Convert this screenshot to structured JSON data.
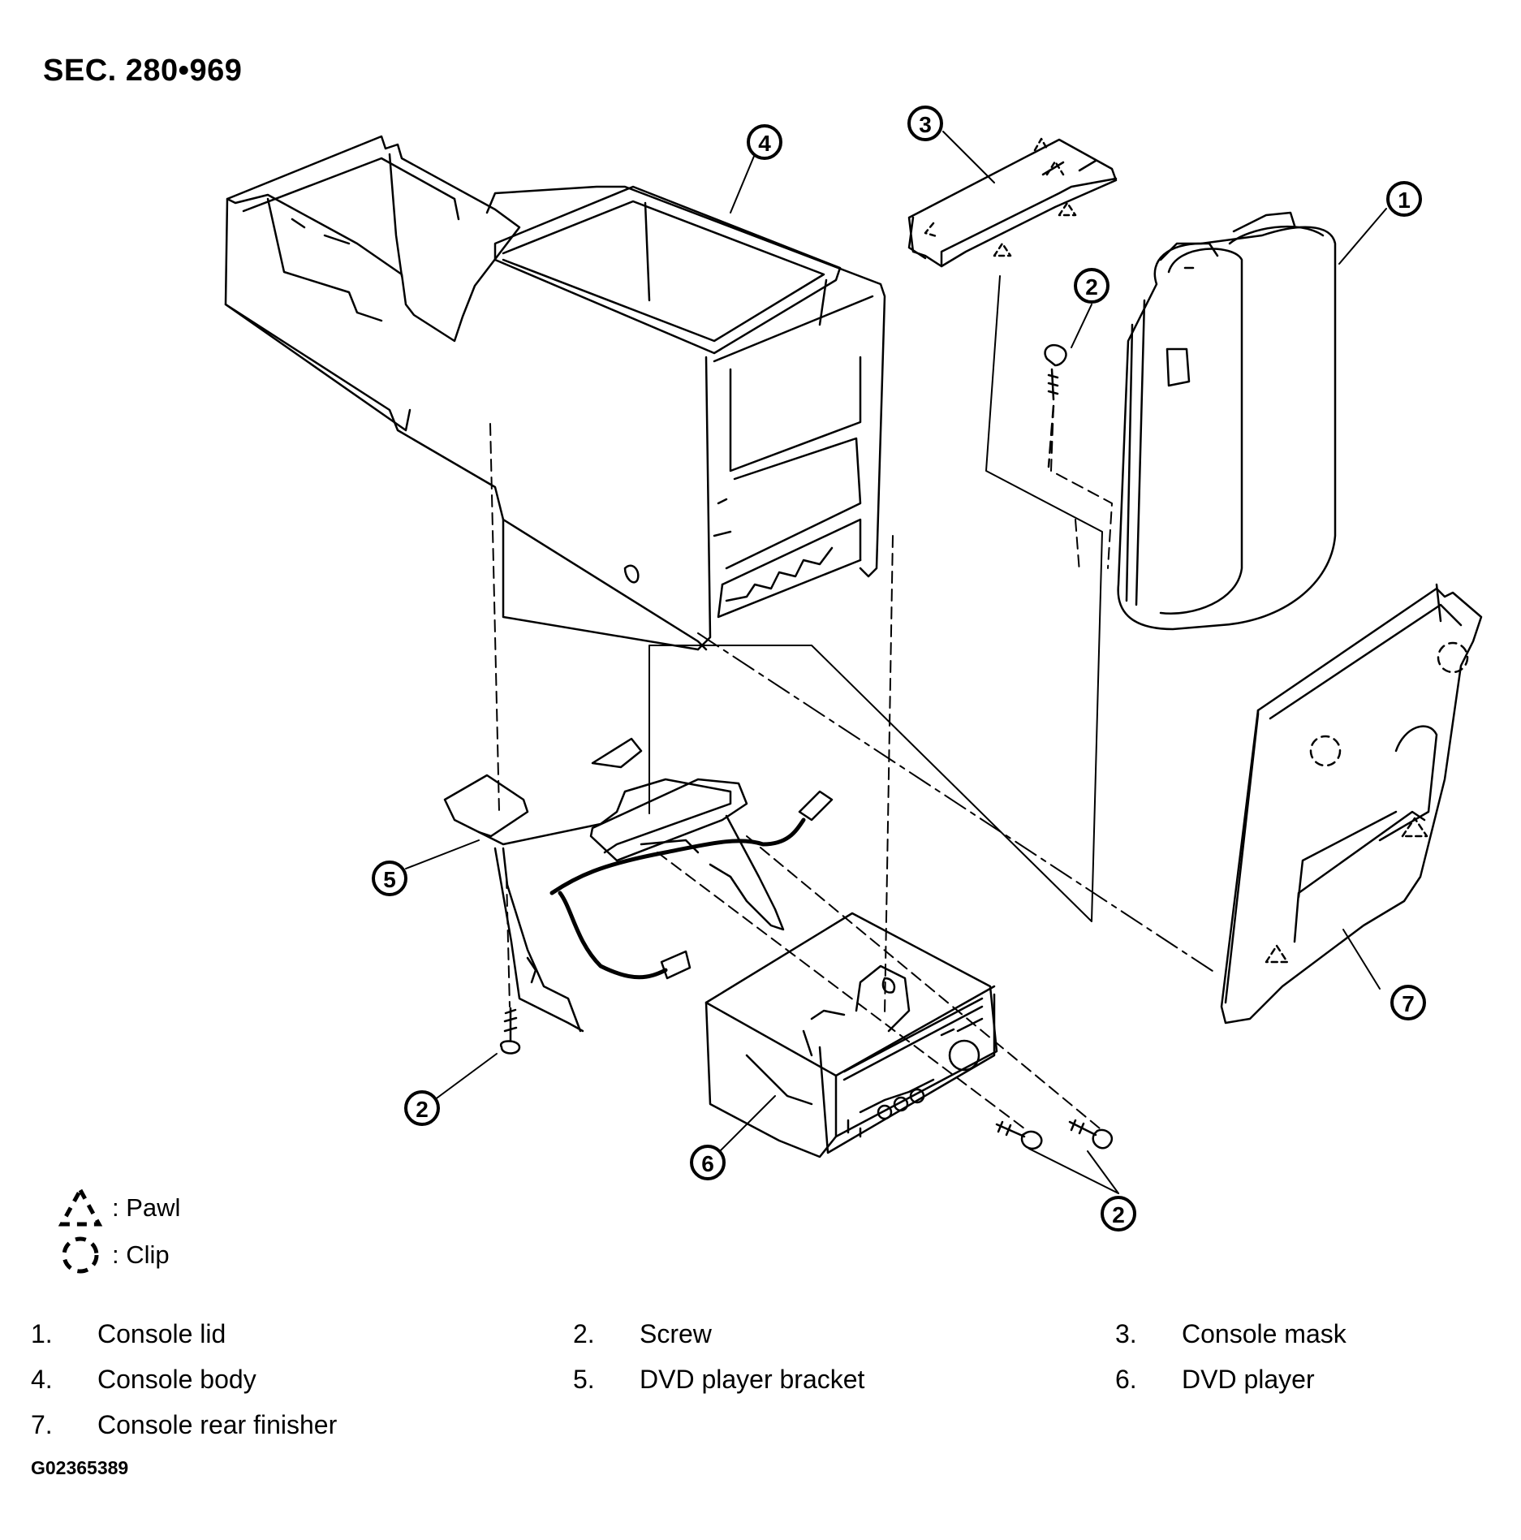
{
  "header": {
    "section": "SEC. 280•969"
  },
  "callouts": [
    {
      "id": "c1",
      "label": "1"
    },
    {
      "id": "c2a",
      "label": "2"
    },
    {
      "id": "c2b",
      "label": "2"
    },
    {
      "id": "c2c",
      "label": "2"
    },
    {
      "id": "c3",
      "label": "3"
    },
    {
      "id": "c4",
      "label": "4"
    },
    {
      "id": "c5",
      "label": "5"
    },
    {
      "id": "c6",
      "label": "6"
    },
    {
      "id": "c7",
      "label": "7"
    }
  ],
  "legend": {
    "pawl": {
      "symbol": "pawl-icon",
      "text": ": Pawl"
    },
    "clip": {
      "symbol": "clip-icon",
      "text": ": Clip"
    }
  },
  "parts": [
    {
      "num": "1.",
      "name": "Console lid"
    },
    {
      "num": "2.",
      "name": "Screw"
    },
    {
      "num": "3.",
      "name": "Console mask"
    },
    {
      "num": "4.",
      "name": "Console body"
    },
    {
      "num": "5.",
      "name": "DVD player bracket"
    },
    {
      "num": "6.",
      "name": "DVD player"
    },
    {
      "num": "7.",
      "name": "Console rear finisher"
    }
  ],
  "footer": {
    "code": "G02365389"
  }
}
